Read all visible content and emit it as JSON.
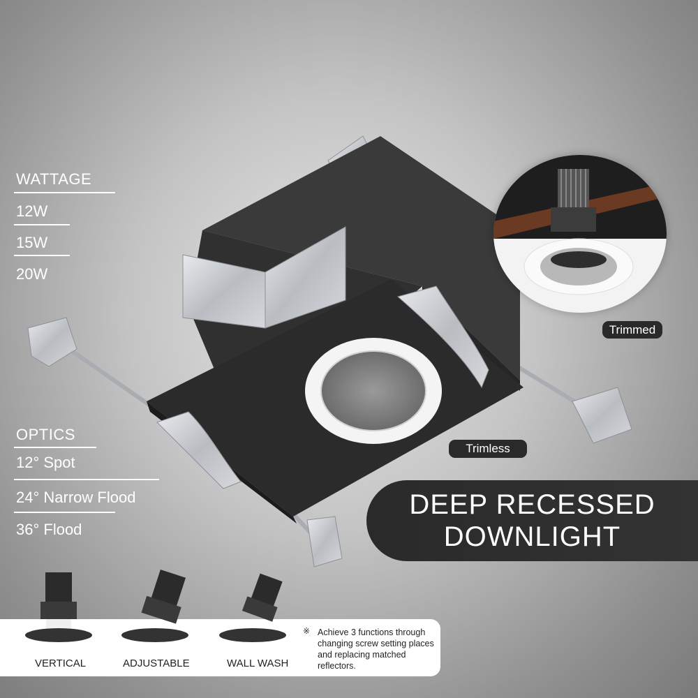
{
  "wattage": {
    "heading": "WATTAGE",
    "items": [
      "12W",
      "15W",
      "20W"
    ]
  },
  "optics": {
    "heading": "OPTICS",
    "items": [
      "12° Spot",
      "24° Narrow Flood",
      "36° Flood"
    ]
  },
  "labels": {
    "trimmed": "Trimmed",
    "trimless": "Trimless"
  },
  "title": {
    "line1": "DEEP RECESSED",
    "line2": "DOWNLIGHT"
  },
  "modes": [
    {
      "label": "VERTICAL"
    },
    {
      "label": "ADJUSTABLE"
    },
    {
      "label": "WALL WASH"
    }
  ],
  "note": {
    "mark": "※",
    "text": "Achieve 3 functions through changing screw setting places and replacing matched reflectors."
  },
  "colors": {
    "banner": "#2a2a2a",
    "housing": "#2b2b2b",
    "bracket": "#c9ccd0"
  }
}
